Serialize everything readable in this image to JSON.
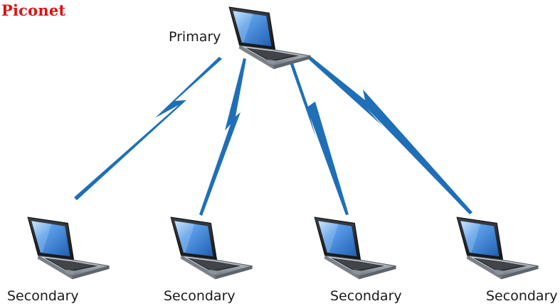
{
  "title": "Piconet",
  "primary": {
    "label": "Primary"
  },
  "secondaries": [
    {
      "label": "Secondary"
    },
    {
      "label": "Secondary"
    },
    {
      "label": "Secondary"
    },
    {
      "label": "Secondary"
    }
  ],
  "colors": {
    "title": "#e01010",
    "link": "#1f6fb8",
    "screen": "#4a8fd8",
    "laptop_body": "#9aa2ab",
    "bezel": "#1b1d20"
  },
  "icons": {
    "primary": "laptop-icon",
    "secondary": "laptop-icon",
    "link": "wireless-link"
  }
}
